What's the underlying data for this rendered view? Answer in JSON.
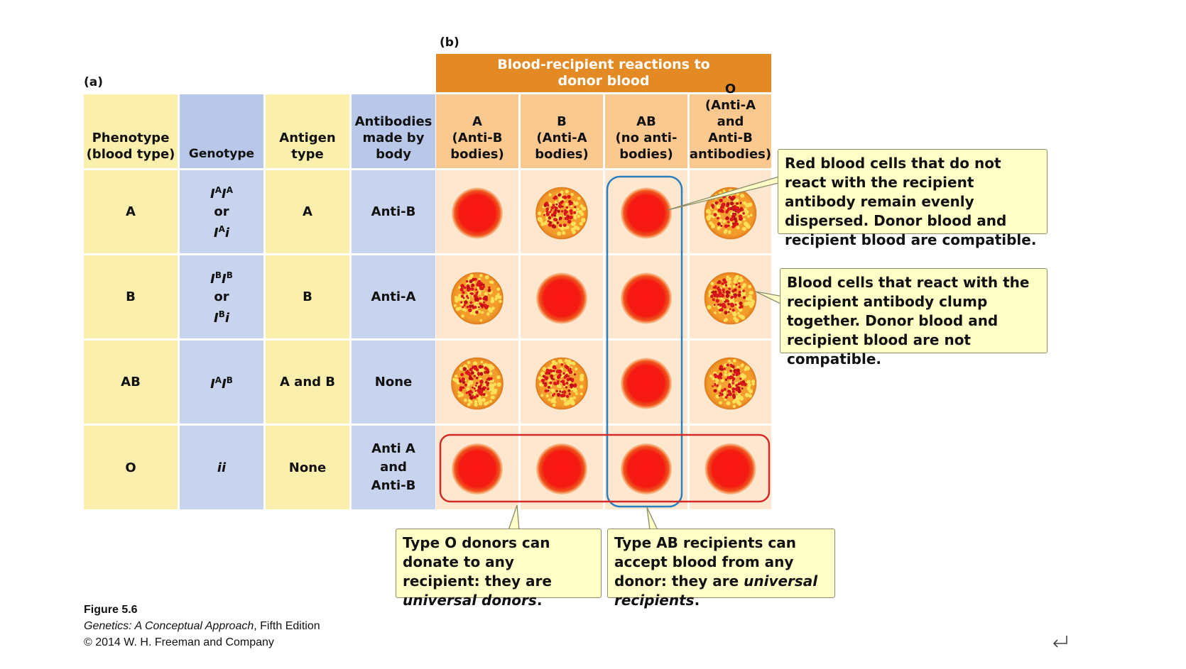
{
  "panel_a_label": "(a)",
  "panel_b_label": "(b)",
  "banner": "Blood-recipient reactions to\ndonor blood",
  "headers": {
    "phenotype": "Phenotype\n(blood type)",
    "genotype": "Genotype",
    "antigen": "Antigen\ntype",
    "antibodies": "Antibodies\nmade by\nbody"
  },
  "donor_headers": [
    "A\n(Anti-B\nbodies)",
    "B\n(Anti-A\nbodies)",
    "AB\n(no anti-\nbodies)",
    "O\n(Anti-A and\nAnti-B\nantibodies)"
  ],
  "rows": [
    {
      "phenotype": "A",
      "geno_line1": "I",
      "geno_sup1": "A",
      "geno_mid": "I",
      "geno_sup2": "A",
      "or": "or",
      "geno_line2": "I",
      "geno_sup3": "A",
      "geno_tail": "i",
      "antigen": "A",
      "antibodies": "Anti-B"
    },
    {
      "phenotype": "B",
      "geno_line1": "I",
      "geno_sup1": "B",
      "geno_mid": "I",
      "geno_sup2": "B",
      "or": "or",
      "geno_line2": "I",
      "geno_sup3": "B",
      "geno_tail": "i",
      "antigen": "B",
      "antibodies": "Anti-A"
    },
    {
      "phenotype": "AB",
      "geno_line1": "I",
      "geno_sup1": "A",
      "geno_mid": "I",
      "geno_sup2": "B",
      "antigen": "A and B",
      "antibodies": "None"
    },
    {
      "phenotype": "O",
      "geno_plain": "ii",
      "antigen": "None",
      "antibodies": "Anti A\nand\nAnti-B"
    }
  ],
  "reactions": [
    [
      "compatible",
      "clumped",
      "compatible",
      "clumped"
    ],
    [
      "clumped",
      "compatible",
      "compatible",
      "clumped"
    ],
    [
      "clumped",
      "clumped",
      "compatible",
      "clumped"
    ],
    [
      "compatible",
      "compatible",
      "compatible",
      "compatible"
    ]
  ],
  "callouts": {
    "compatible": "Red blood cells that do not react with the recipient antibody remain evenly dispersed. Donor blood and recipient blood are compatible.",
    "incompatible": "Blood cells that react with the recipient antibody clump together. Donor blood and recipient blood are not compatible.",
    "donor_prefix": "Type O donors can donate to any recipient: they are ",
    "donor_em": "universal donors",
    "donor_suffix": ".",
    "recipient_prefix": "Type AB recipients can accept blood from any donor: they are ",
    "recipient_em": "universal recipients",
    "recipient_suffix": "."
  },
  "caption": {
    "figure": "Figure 5.6",
    "book": "Genetics: A Conceptual Approach",
    "edition": ", Fifth Edition",
    "copyright": "© 2014 W. H. Freeman and Company"
  },
  "colors": {
    "yellow": "#fbefad",
    "blue": "#c8d4ee",
    "orange_banner": "#e48a25",
    "orange_header": "#fbc88f",
    "peach": "#fde7cf",
    "highlight_red": "#d42a2a",
    "highlight_blue": "#2a7fc0"
  },
  "icons": [
    "return-arrow-icon"
  ]
}
